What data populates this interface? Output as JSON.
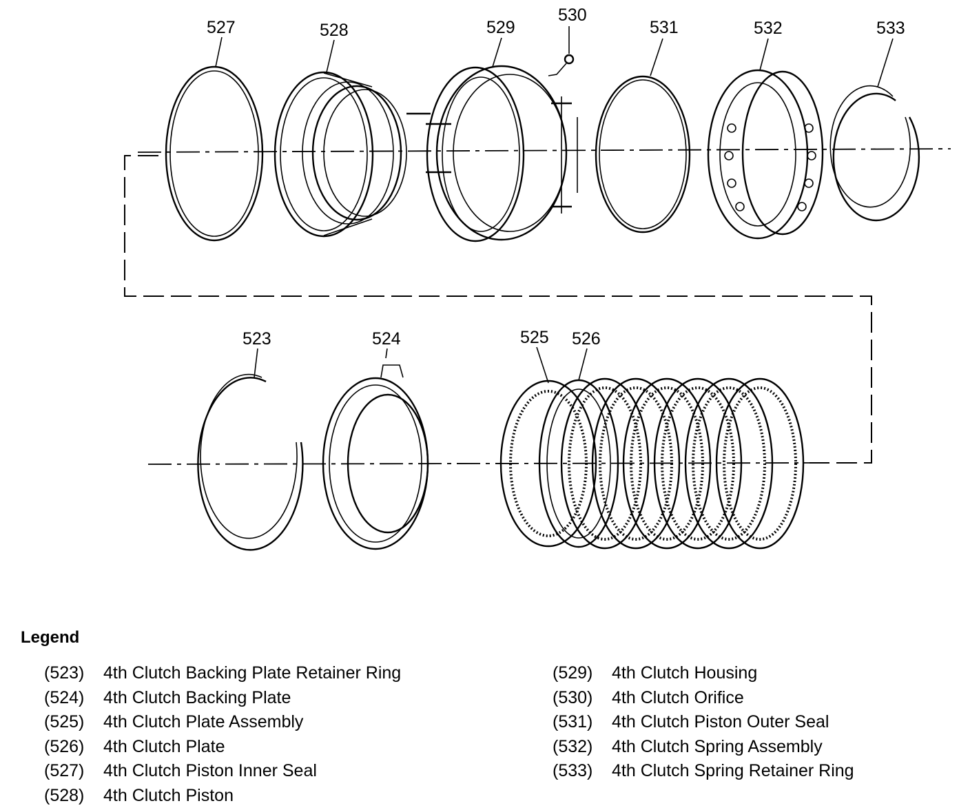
{
  "callouts": {
    "c523": "523",
    "c524": "524",
    "c525": "525",
    "c526": "526",
    "c527": "527",
    "c528": "528",
    "c529": "529",
    "c530": "530",
    "c531": "531",
    "c532": "532",
    "c533": "533"
  },
  "legend": {
    "title": "Legend",
    "left": [
      {
        "num": "(523)",
        "text": "4th Clutch Backing Plate Retainer Ring"
      },
      {
        "num": "(524)",
        "text": "4th Clutch Backing Plate"
      },
      {
        "num": "(525)",
        "text": "4th Clutch Plate Assembly"
      },
      {
        "num": "(526)",
        "text": "4th Clutch Plate"
      },
      {
        "num": "(527)",
        "text": "4th Clutch Piston Inner Seal"
      },
      {
        "num": "(528)",
        "text": "4th Clutch Piston"
      }
    ],
    "right": [
      {
        "num": "(529)",
        "text": "4th Clutch Housing"
      },
      {
        "num": "(530)",
        "text": "4th Clutch Orifice"
      },
      {
        "num": "(531)",
        "text": "4th Clutch Piston Outer Seal"
      },
      {
        "num": "(532)",
        "text": "4th Clutch Spring Assembly"
      },
      {
        "num": "(533)",
        "text": "4th Clutch Spring Retainer Ring"
      }
    ]
  }
}
